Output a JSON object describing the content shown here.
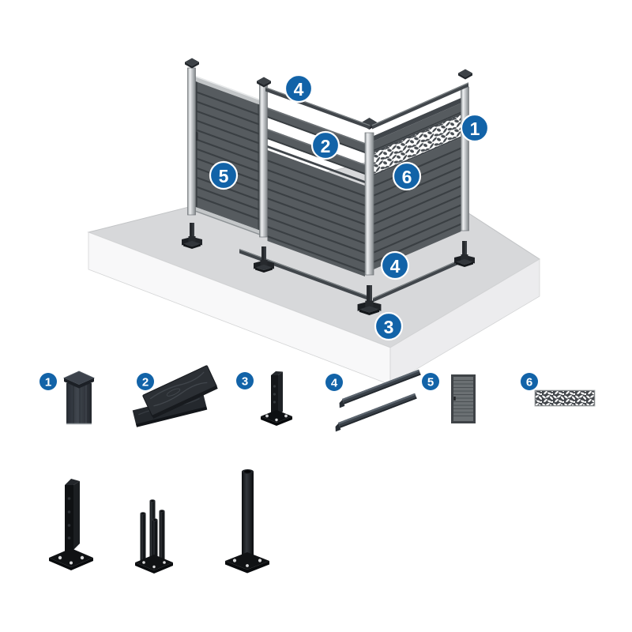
{
  "diagram": {
    "callouts": [
      {
        "number": "4",
        "part": "top-rail"
      },
      {
        "number": "2",
        "part": "fence-boards"
      },
      {
        "number": "1",
        "part": "post"
      },
      {
        "number": "6",
        "part": "decorative-panel"
      },
      {
        "number": "5",
        "part": "gate"
      },
      {
        "number": "4",
        "part": "bottom-rail"
      },
      {
        "number": "3",
        "part": "post-base"
      }
    ]
  },
  "parts": [
    {
      "number": "1",
      "name": "post-with-cap"
    },
    {
      "number": "2",
      "name": "composite-boards"
    },
    {
      "number": "3",
      "name": "post-base-bracket"
    },
    {
      "number": "4",
      "name": "u-channel-rails"
    },
    {
      "number": "5",
      "name": "gate-door"
    },
    {
      "number": "6",
      "name": "decorative-panel"
    }
  ],
  "hardware": [
    {
      "name": "angle-bracket-post-anchor"
    },
    {
      "name": "four-spike-post-anchor"
    },
    {
      "name": "round-pole-post-anchor"
    }
  ],
  "colors": {
    "badge_blue": "#1263a8",
    "board_gray": "#565b5f",
    "board_gap": "#3a3f43",
    "post_silver": "#c9cccf",
    "slab_top": "#d7d8da",
    "slab_front_left": "#f8f8f9",
    "slab_front_right": "#ececee",
    "rail_dark": "#41464b",
    "hardware_black": "#15181b"
  }
}
